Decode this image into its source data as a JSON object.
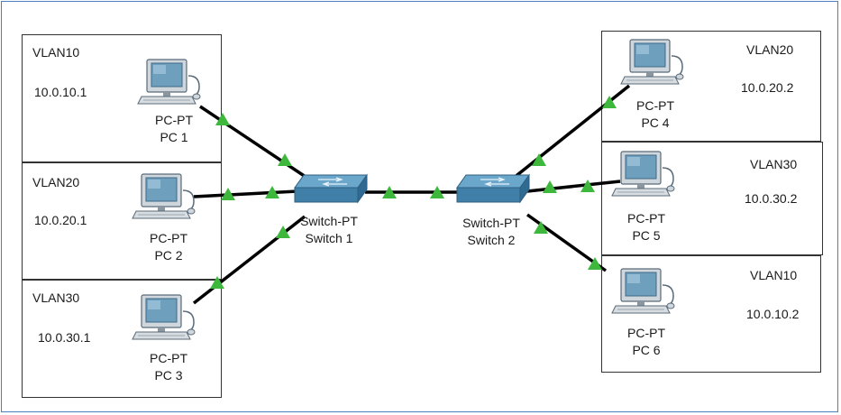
{
  "left_group": {
    "pc1": {
      "vlan": "VLAN10",
      "ip": "10.0.10.1",
      "type": "PC-PT",
      "name": "PC 1"
    },
    "pc2": {
      "vlan": "VLAN20",
      "ip": "10.0.20.1",
      "type": "PC-PT",
      "name": "PC 2"
    },
    "pc3": {
      "vlan": "VLAN30",
      "ip": "10.0.30.1",
      "type": "PC-PT",
      "name": "PC 3"
    }
  },
  "right_group": {
    "pc4": {
      "vlan": "VLAN20",
      "ip": "10.0.20.2",
      "type": "PC-PT",
      "name": "PC 4"
    },
    "pc5": {
      "vlan": "VLAN30",
      "ip": "10.0.30.2",
      "type": "PC-PT",
      "name": "PC 5"
    },
    "pc6": {
      "vlan": "VLAN10",
      "ip": "10.0.10.2",
      "type": "PC-PT",
      "name": "PC 6"
    }
  },
  "switches": {
    "switch1": {
      "type": "Switch-PT",
      "name": "Switch 1"
    },
    "switch2": {
      "type": "Switch-PT",
      "name": "Switch 2"
    }
  },
  "colors": {
    "link": "#000000",
    "link_up_indicator": "#3db83d",
    "switch_body": "#3f7fa8",
    "pc_monitor": "#6e9fbd",
    "frame_border": "#4a7fc0"
  },
  "icons": [
    "pc-icon",
    "switch-icon",
    "link-up-triangle-icon"
  ]
}
